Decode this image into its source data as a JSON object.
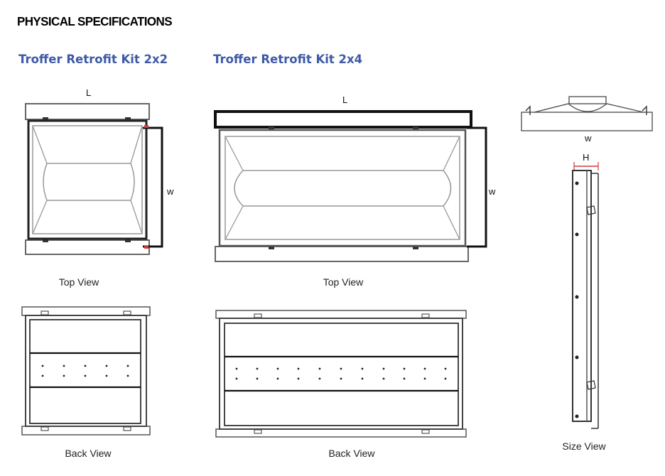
{
  "page": {
    "heading": "PHYSICAL SPECIFICATIONS"
  },
  "kits": {
    "kit_2x2": {
      "title": "Troffer Retrofit Kit 2x2"
    },
    "kit_2x4": {
      "title": "Troffer Retrofit Kit 2x4"
    }
  },
  "labels": {
    "top_view": "Top View",
    "back_view": "Back View",
    "size_view": "Size View"
  },
  "dimensions": {
    "length": "L",
    "width": "w",
    "height": "H"
  },
  "colors": {
    "title_blue": "#3e5aa6",
    "line_dark": "#222222",
    "line_gray": "#8a8a8a",
    "accent_red": "#d33a3a"
  }
}
